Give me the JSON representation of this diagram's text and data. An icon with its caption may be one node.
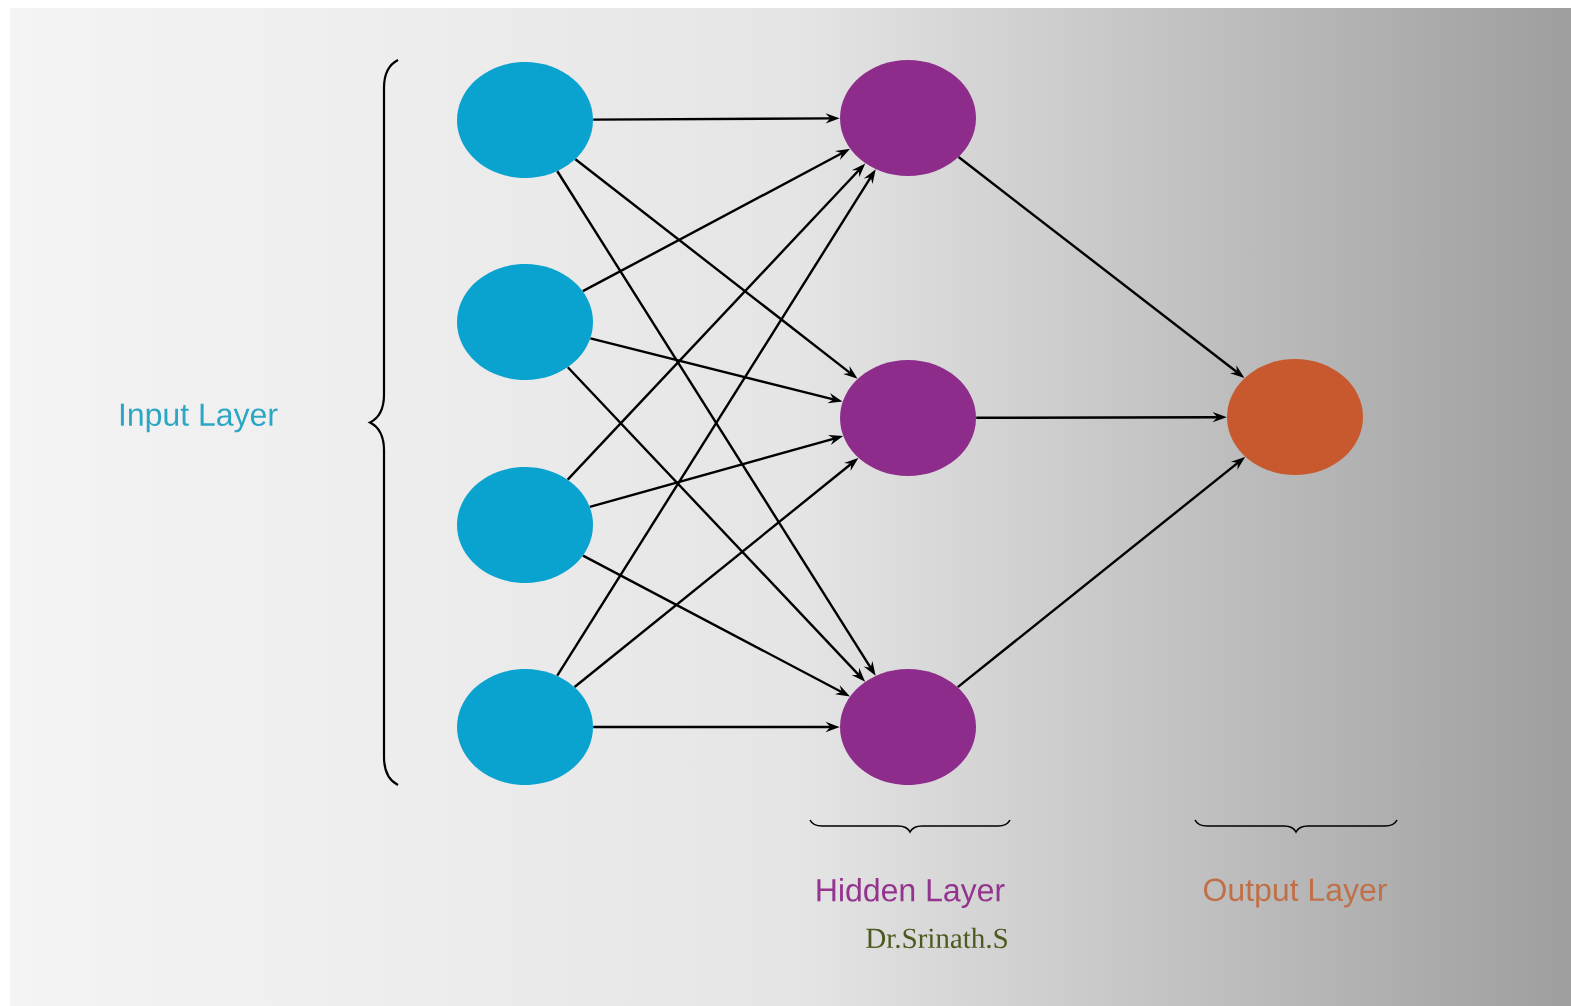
{
  "diagram": {
    "nodes": [
      {
        "text": [],
        "shape": "circle"
      },
      {
        "text": [],
        "shape": "circle"
      },
      {
        "text": [],
        "shape": "circle"
      },
      {
        "text": [],
        "shape": "circle"
      },
      {
        "text": [],
        "shape": "circle"
      },
      {
        "text": [],
        "shape": "circle"
      },
      {
        "text": [],
        "shape": "circle"
      },
      {
        "text": [],
        "shape": "circle"
      }
    ],
    "edges": [
      {
        "from": 0,
        "to": 4,
        "arrow": "to"
      },
      {
        "from": 0,
        "to": 5,
        "arrow": "to"
      },
      {
        "from": 0,
        "to": 6,
        "arrow": "to"
      },
      {
        "from": 1,
        "to": 4,
        "arrow": "to"
      },
      {
        "from": 1,
        "to": 5,
        "arrow": "to"
      },
      {
        "from": 1,
        "to": 6,
        "arrow": "to"
      },
      {
        "from": 2,
        "to": 4,
        "arrow": "to"
      },
      {
        "from": 2,
        "to": 5,
        "arrow": "to"
      },
      {
        "from": 2,
        "to": 6,
        "arrow": "to"
      },
      {
        "from": 3,
        "to": 4,
        "arrow": "to"
      },
      {
        "from": 3,
        "to": 5,
        "arrow": "to"
      },
      {
        "from": 3,
        "to": 6,
        "arrow": "to"
      },
      {
        "from": 4,
        "to": 7,
        "arrow": "to"
      },
      {
        "from": 5,
        "to": 7,
        "arrow": "to"
      },
      {
        "from": 6,
        "to": 7,
        "arrow": "to"
      }
    ],
    "labels": [
      "Input Layer",
      "Hidden Layer",
      "Output Layer",
      "Dr.Srinath.S"
    ]
  }
}
